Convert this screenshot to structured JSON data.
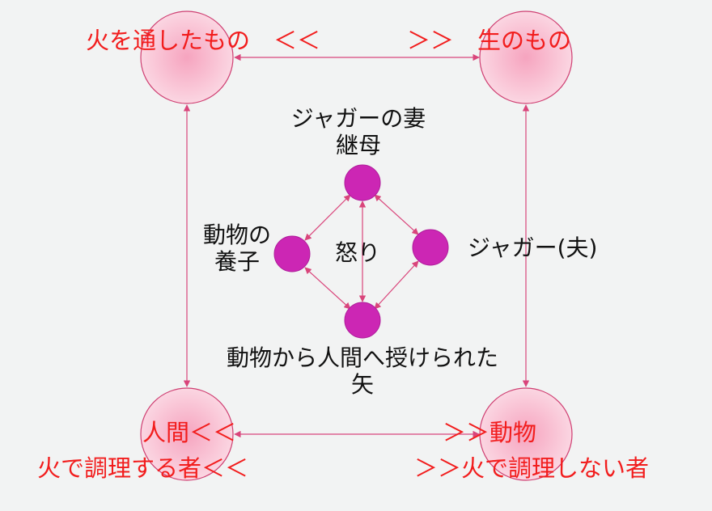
{
  "colors": {
    "background": "#f2f3f3",
    "big_node_center": "#f6a4bf",
    "big_node_edge": "#fbd6e2",
    "big_node_stroke": "#cf3f72",
    "small_node_fill": "#cc26b4",
    "small_node_stroke": "#b01e9b",
    "connector": "#d9457b",
    "red_text": "#f21d1d",
    "black_text": "#111111"
  },
  "labels": {
    "top_left": "火を通したもの　＜＜",
    "top_right": "＞＞　生のもの",
    "bottom_left_line1": "人間＜＜",
    "bottom_left_line2": "火で調理する者＜＜",
    "bottom_right_line1": "＞＞動物",
    "bottom_right_line2": "＞＞火で調理しない者",
    "top_node_line1": "ジャガーの妻",
    "top_node_line2": "継母",
    "left_node_line1": "動物の",
    "left_node_line2": "養子",
    "right_node": "ジャガー(夫)",
    "bottom_node_line1": "動物から人間へ授けられた",
    "bottom_node_line2": "矢",
    "center": "怒り"
  }
}
